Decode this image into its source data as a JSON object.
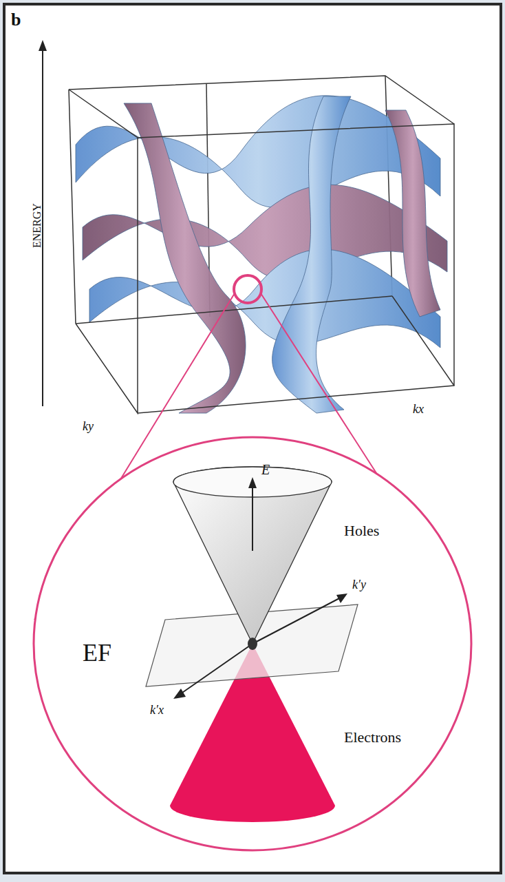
{
  "diagram": {
    "labels": [
      "b",
      "ENERGY",
      "ky",
      "kx",
      "E",
      "Holes",
      "Electrons",
      "k′y",
      "k′x",
      "EF"
    ]
  }
}
